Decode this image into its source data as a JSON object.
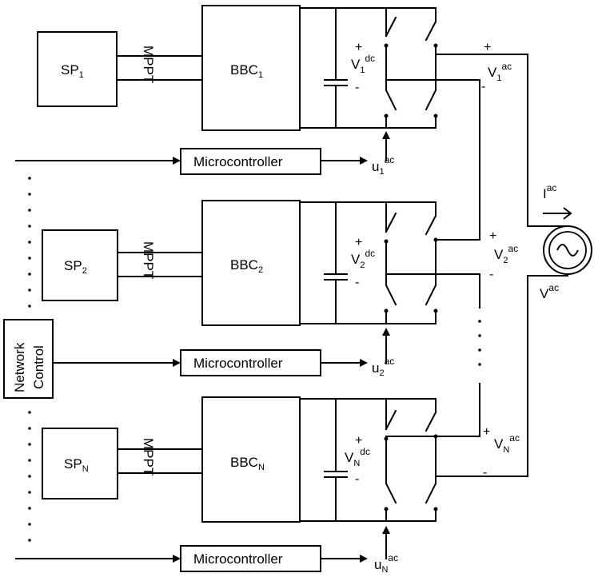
{
  "panels": [
    {
      "sp": "SP",
      "sp_sub": "1",
      "bbc": "BBC",
      "bbc_sub": "1",
      "mppt": "MPPT",
      "vdc": "V",
      "vdc_sub": "1",
      "vdc_sup": "dc",
      "vac": "V",
      "vac_sub": "1",
      "vac_sup": "ac",
      "mc": "Microcontroller",
      "u": "u",
      "u_sub": "1",
      "u_sup": "ac"
    },
    {
      "sp": "SP",
      "sp_sub": "2",
      "bbc": "BBC",
      "bbc_sub": "2",
      "mppt": "MPPT",
      "vdc": "V",
      "vdc_sub": "2",
      "vdc_sup": "dc",
      "vac": "V",
      "vac_sub": "2",
      "vac_sup": "ac",
      "mc": "Microcontroller",
      "u": "u",
      "u_sub": "2",
      "u_sup": "ac"
    },
    {
      "sp": "SP",
      "sp_sub": "N",
      "bbc": "BBC",
      "bbc_sub": "N",
      "mppt": "MPPT",
      "vdc": "V",
      "vdc_sub": "N",
      "vdc_sup": "dc",
      "vac": "V",
      "vac_sub": "N",
      "vac_sup": "ac",
      "mc": "Microcontroller",
      "u": "u",
      "u_sub": "N",
      "u_sup": "ac"
    }
  ],
  "network_control": {
    "line1": "Network",
    "line2": "Control"
  },
  "source": {
    "i": "I",
    "i_sup": "ac",
    "v": "V",
    "v_sup": "ac"
  },
  "signs": {
    "plus": "+",
    "minus": "-"
  }
}
